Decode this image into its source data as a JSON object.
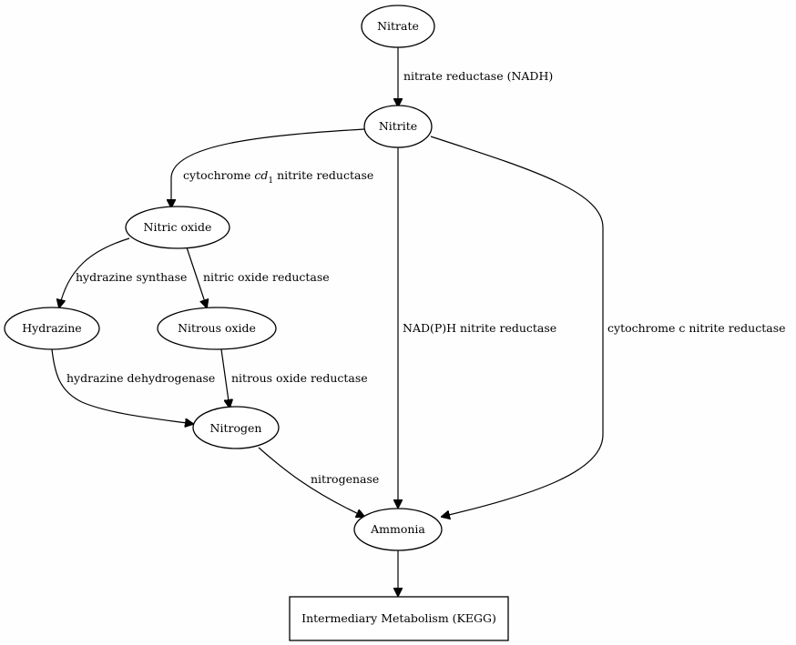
{
  "nodes": {
    "nitrate": "Nitrate",
    "nitrite": "Nitrite",
    "nitric_oxide": "Nitric oxide",
    "hydrazine": "Hydrazine",
    "nitrous_oxide": "Nitrous oxide",
    "nitrogen": "Nitrogen",
    "ammonia": "Ammonia",
    "kegg": "Intermediary Metabolism (KEGG)"
  },
  "edges": {
    "nitrate_reductase": "nitrate reductase (NADH)",
    "cd1_prefix": "cytochrome ",
    "cd1_italic": "cd",
    "cd1_sub": "1",
    "cd1_suffix": " nitrite reductase",
    "hydrazine_synthase": "hydrazine synthase",
    "nitric_oxide_reductase": "nitric oxide reductase",
    "hydrazine_dehydrogenase": "hydrazine dehydrogenase",
    "nitrous_oxide_reductase": "nitrous oxide reductase",
    "nitrogenase": "nitrogenase",
    "nadph_nitrite_reductase": "NAD(P)H nitrite reductase",
    "cytc_nitrite_reductase": "cytochrome c nitrite reductase"
  }
}
